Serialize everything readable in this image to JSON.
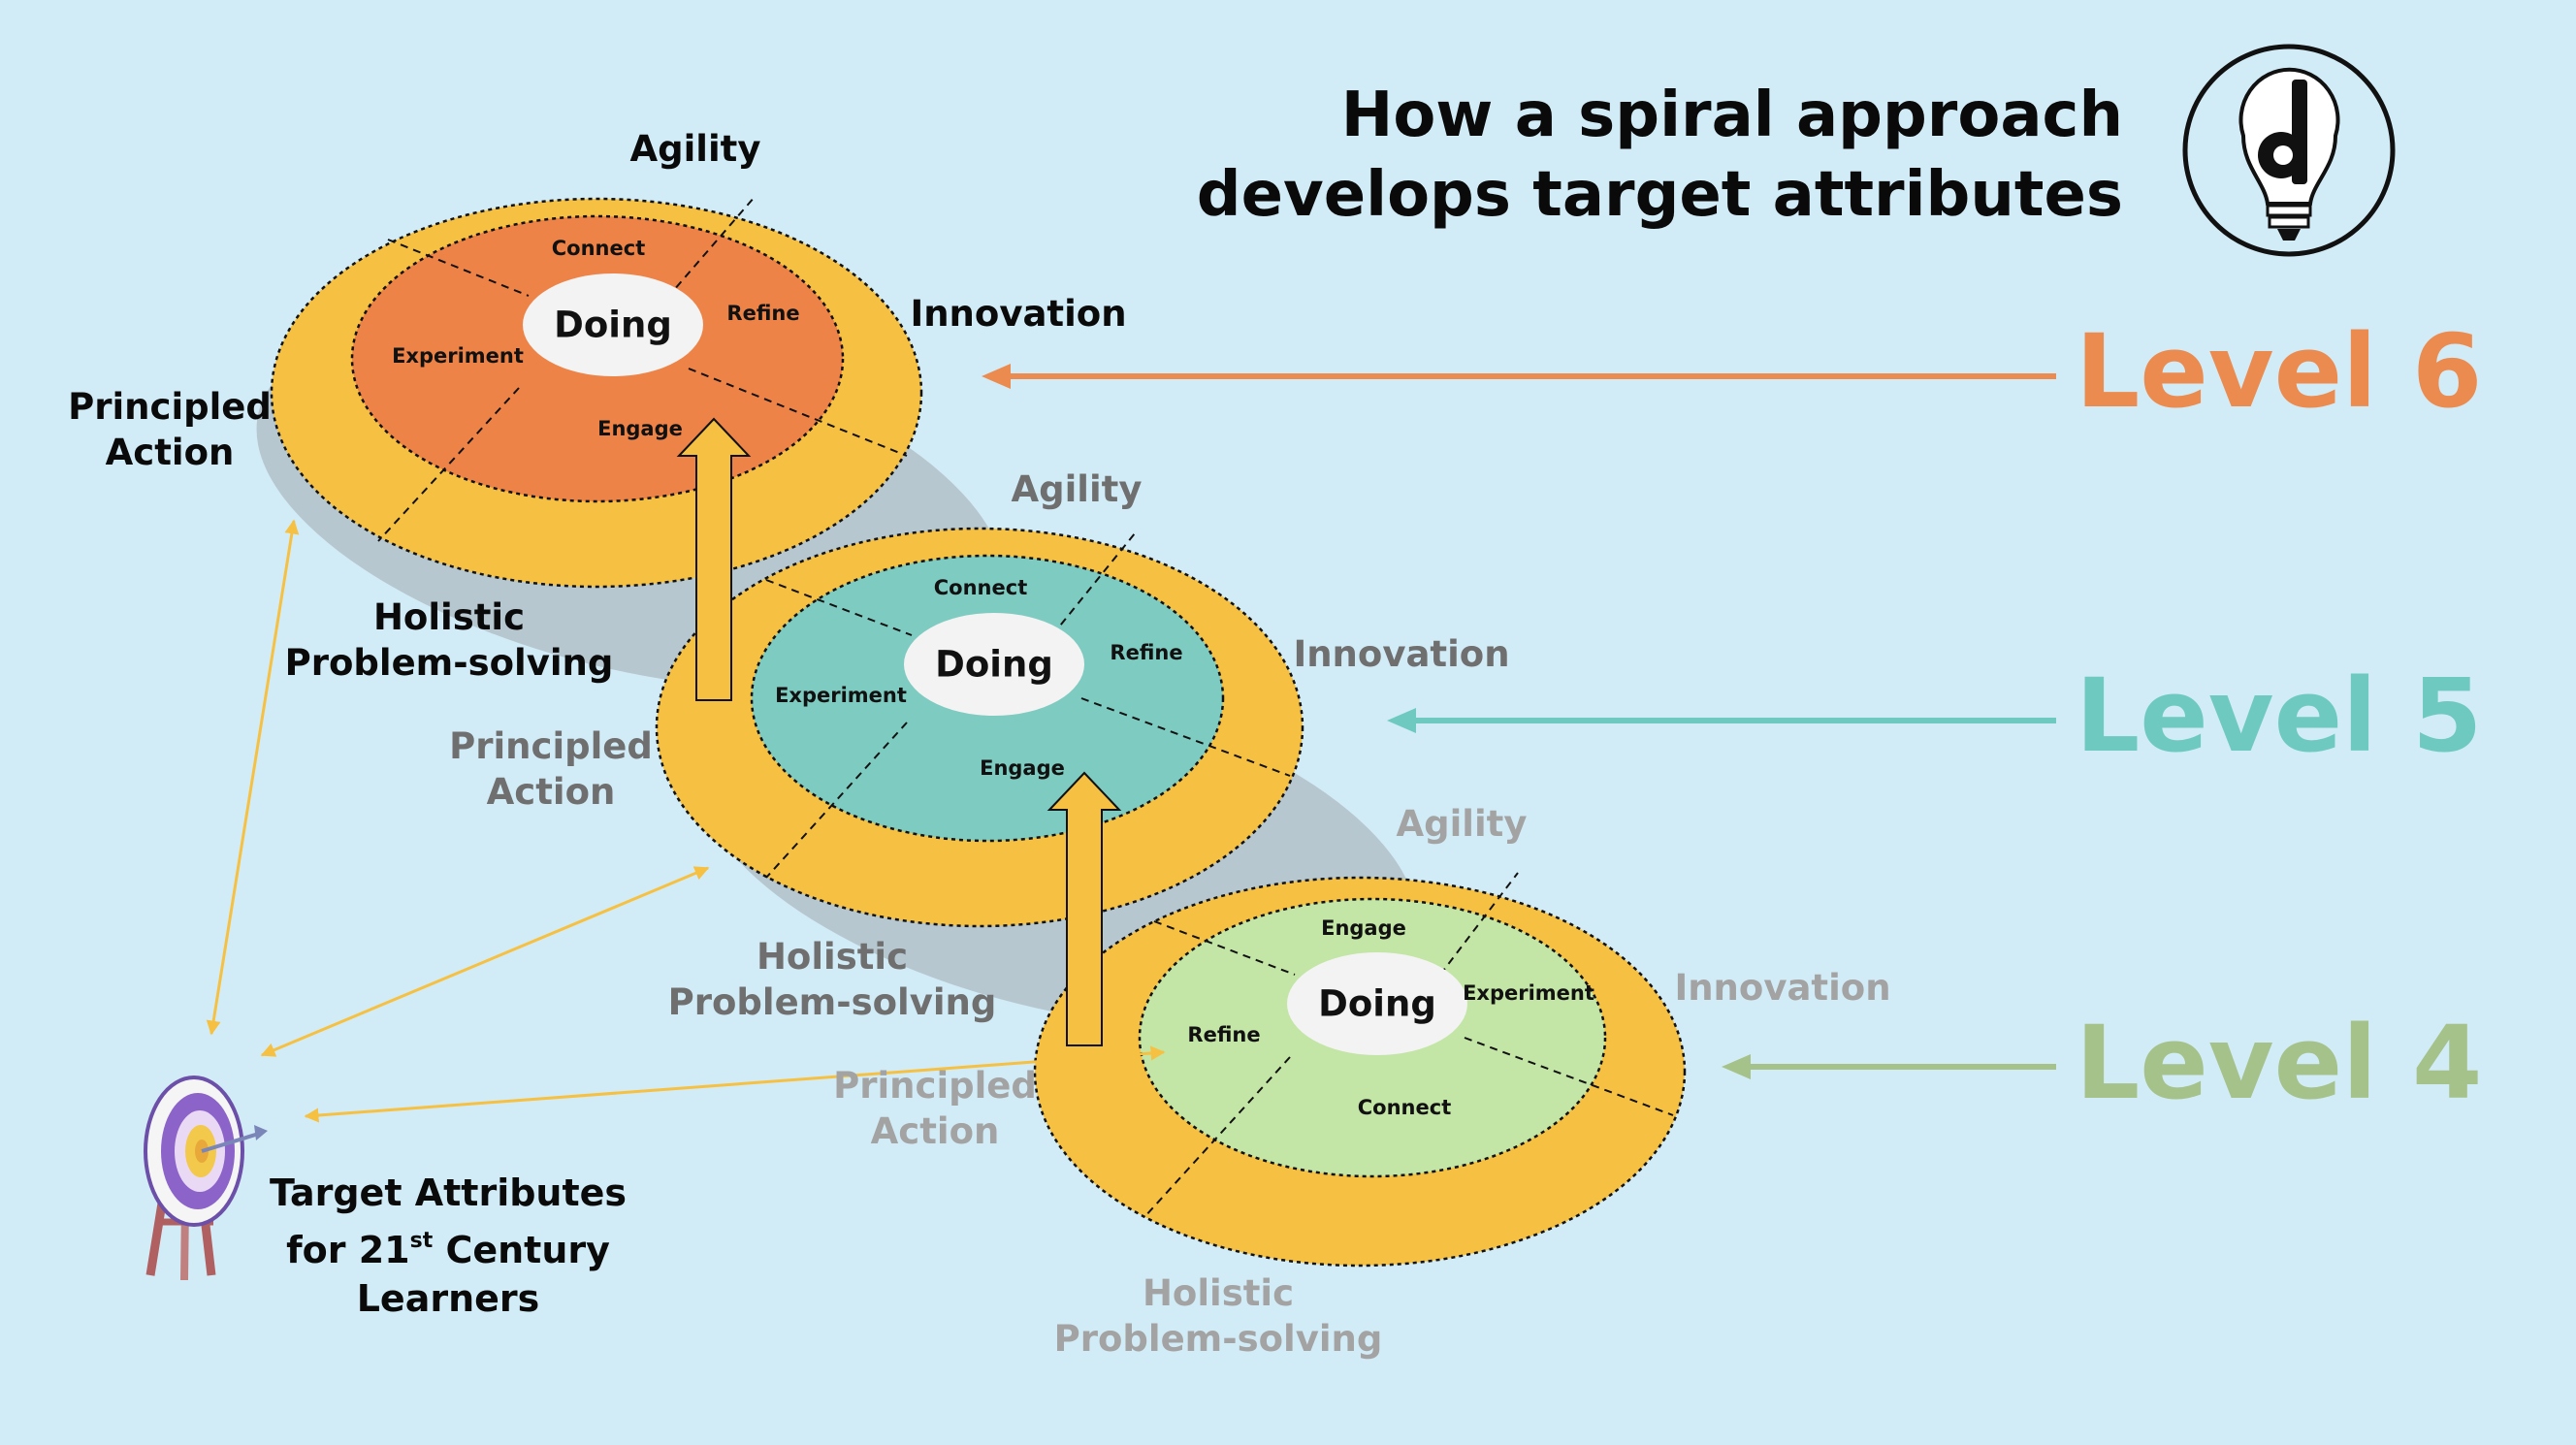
{
  "title": {
    "line1": "How a spiral approach",
    "line2": "develops target attributes"
  },
  "levels": [
    {
      "label": "Level 6",
      "color": "#ec8b4f",
      "inner_color": "#ee8348",
      "attributes": {
        "agility": "Agility",
        "innovation": "Innovation",
        "principled_1": "Principled",
        "principled_2": "Action",
        "holistic_1": "Holistic",
        "holistic_2": "Problem-solving"
      },
      "segments": {
        "top": "Connect",
        "right": "Refine",
        "bottom": "Engage",
        "left": "Experiment"
      },
      "center": "Doing"
    },
    {
      "label": "Level 5",
      "color": "#6ecac0",
      "inner_color": "#7ecbc1",
      "attributes": {
        "agility": "Agility",
        "innovation": "Innovation",
        "principled_1": "Principled",
        "principled_2": "Action",
        "holistic_1": "Holistic",
        "holistic_2": "Problem-solving"
      },
      "segments": {
        "top": "Connect",
        "right": "Refine",
        "bottom": "Engage",
        "left": "Experiment"
      },
      "center": "Doing"
    },
    {
      "label": "Level 4",
      "color": "#a4c28a",
      "inner_color": "#c3e5a6",
      "attributes": {
        "agility": "Agility",
        "innovation": "Innovation",
        "principled_1": "Principled",
        "principled_2": "Action",
        "holistic_1": "Holistic",
        "holistic_2": "Problem-solving"
      },
      "segments": {
        "top": "Engage",
        "right": "Experiment",
        "bottom": "Connect",
        "left": "Refine"
      },
      "center": "Doing"
    }
  ],
  "target": {
    "line1": "Target Attributes",
    "line2_prefix": "for 21",
    "line2_sup": "st",
    "line2_suffix": " Century",
    "line3": "Learners"
  },
  "colors": {
    "background": "#d2ecf7",
    "outer_ring": "#f6c142",
    "arrow_yellow": "#f6c142",
    "attr_grey_dark": "#6f6f6f",
    "attr_grey_light": "#a3a3a3"
  },
  "icons": {
    "logo": "lightbulb-d-logo-icon",
    "target": "archery-target-icon"
  }
}
